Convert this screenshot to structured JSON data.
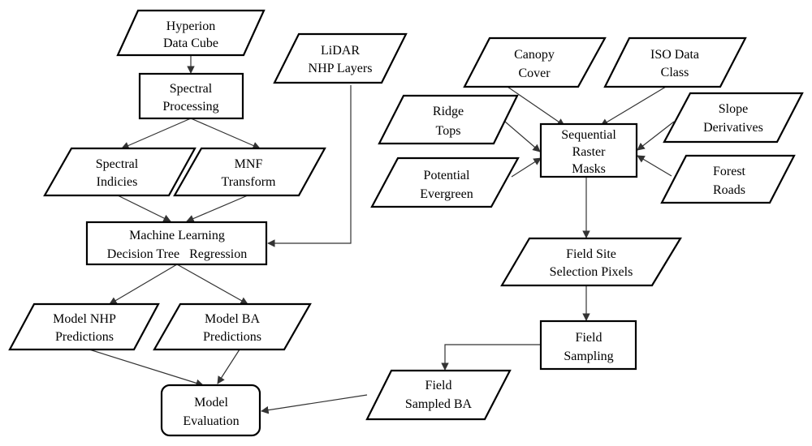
{
  "nodes": {
    "hyperion": {
      "line1": "Hyperion",
      "line2": "Data Cube"
    },
    "lidar": {
      "line1": "LiDAR",
      "line2": "NHP Layers"
    },
    "spectral_processing": {
      "line1": "Spectral",
      "line2": "Processing"
    },
    "spectral_indices": {
      "line1": "Spectral",
      "line2": "Indicies"
    },
    "mnf": {
      "line1": "MNF",
      "line2": "Transform"
    },
    "ml": {
      "line1": "Machine Learning",
      "line2": "Decision Tree   Regression"
    },
    "model_nhp": {
      "line1": "Model NHP",
      "line2": "Predictions"
    },
    "model_ba": {
      "line1": "Model BA",
      "line2": "Predictions"
    },
    "model_eval": {
      "line1": "Model",
      "line2": "Evaluation"
    },
    "canopy": {
      "line1": "Canopy",
      "line2": "Cover"
    },
    "iso": {
      "line1": "ISO Data",
      "line2": "Class"
    },
    "ridge": {
      "line1": "Ridge",
      "line2": "Tops"
    },
    "slope": {
      "line1": "Slope",
      "line2": "Derivatives"
    },
    "masks": {
      "line1": "Sequential",
      "line2": "Raster",
      "line3": "Masks"
    },
    "evergreen": {
      "line1": "Potential",
      "line2": "Evergreen"
    },
    "roads": {
      "line1": "Forest",
      "line2": "Roads"
    },
    "field_site": {
      "line1": "Field Site",
      "line2": "Selection Pixels"
    },
    "field_sampling": {
      "line1": "Field",
      "line2": "Sampling"
    },
    "field_ba": {
      "line1": "Field",
      "line2": "Sampled BA"
    }
  }
}
